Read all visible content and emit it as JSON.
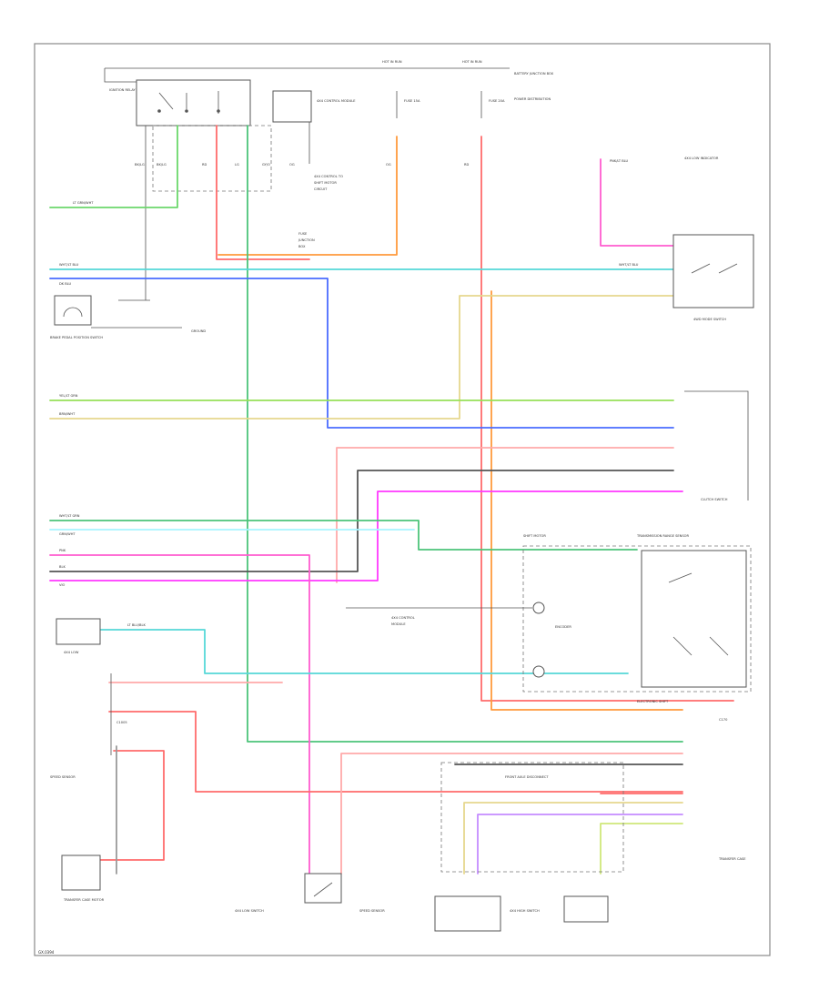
{
  "diagram": {
    "footer_code": "GX.0394",
    "wire_colors": {
      "green": "#6cd86c",
      "red": "#ff6b6b",
      "orange": "#ff9a3c",
      "cyan": "#55d8d8",
      "blue": "#4a6cff",
      "yellow_green": "#cfe87a",
      "lt_green": "#97e05a",
      "tan": "#e6d78e",
      "pink": "#ff5ccf",
      "magenta": "#ff38ff",
      "light_red": "#ffaaaa",
      "gray": "#9a9a9a",
      "dark_gray": "#555555",
      "teal_green": "#4cc47a",
      "violet": "#c58cff",
      "light_cyan": "#a6f4ff"
    },
    "labels": {
      "hot_in_run_1": "HOT IN RUN",
      "hot_in_run_2": "HOT IN RUN",
      "top_fuse_note": "BATTERY JUNCTION BOX",
      "top_right_note": "POWER DISTRIBUTION",
      "ignition_relay": "IGNITION RELAY",
      "module": "4X4 CONTROL MODULE",
      "fuse_a": "FUSE 15A",
      "fuse_b": "FUSE 20A",
      "ground_left": "GROUND",
      "brake_switch": "BRAKE PEDAL POSITION SWITCH",
      "transfer_case": "TRANSFER CASE MOTOR",
      "front_axle": "FRONT AXLE DISCONNECT",
      "shift_motor": "SHIFT MOTOR",
      "encoder": "ENCODER",
      "speed_sensor": "SPEED SENSOR",
      "mode_switch": "4WD MODE SWITCH",
      "clutch_switch": "CLUTCH SWITCH",
      "relay_box": "TRANSMISSION RANGE SENSOR",
      "lamp_box": "4X4 LOW INDICATOR",
      "bottom_right": "ELECTRONIC SHIFT"
    }
  }
}
